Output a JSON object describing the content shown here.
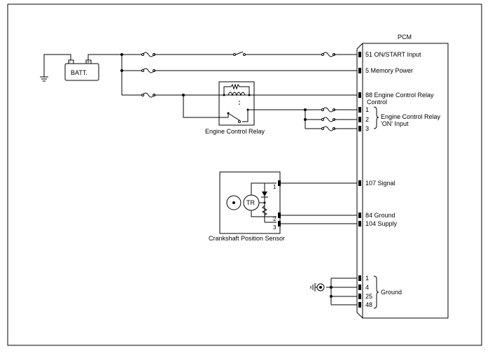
{
  "pcm": {
    "title": "PCM",
    "pins": {
      "on_start": "51 ON/START Input",
      "memory": "5 Memory Power",
      "ecr_control_a": "88 Engine Control Relay",
      "ecr_control_b": "Control",
      "on1": "1",
      "on2": "2",
      "on3": "3",
      "on_group_a": "Engine Control Relay",
      "on_group_b": "'ON' Input",
      "signal": "107 Signal",
      "ground84": "84 Ground",
      "supply": "104 Supply",
      "g1": "1",
      "g4": "4",
      "g25": "25",
      "g48": "48",
      "ground_group": "Ground"
    }
  },
  "battery": {
    "label": "BATT.",
    "minus": "-",
    "plus": "+"
  },
  "relay": {
    "label": "Engine Control Relay"
  },
  "sensor": {
    "label": "Crankshaft Position Sensor",
    "tr": "TR",
    "pin1": "1",
    "pin2": "2",
    "pin3": "3"
  }
}
